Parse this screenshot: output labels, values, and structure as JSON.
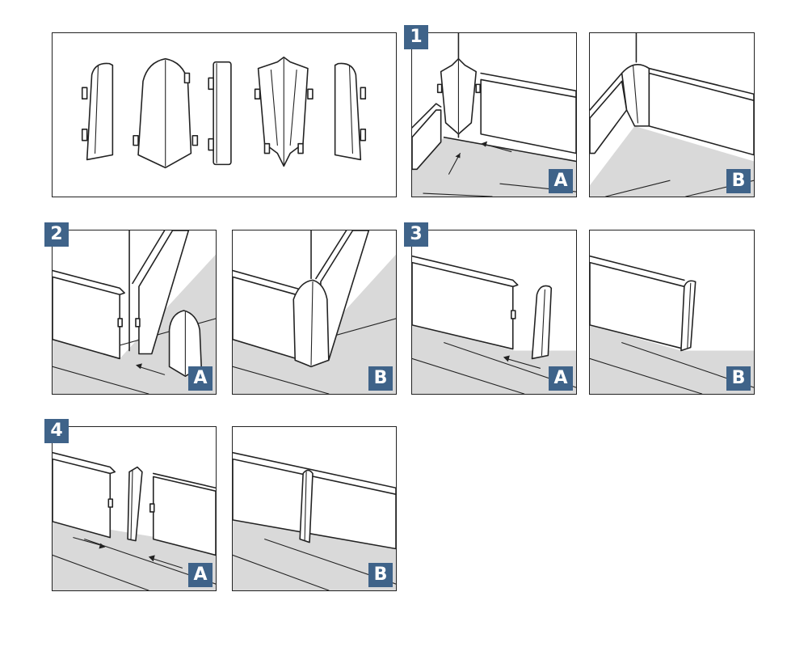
{
  "steps": {
    "s1": "1",
    "s2": "2",
    "s3": "3",
    "s4": "4"
  },
  "labels": {
    "a": "A",
    "b": "B"
  },
  "colors": {
    "badge": "#3f6389",
    "floor": "#d9d9d9",
    "line": "#222222"
  }
}
